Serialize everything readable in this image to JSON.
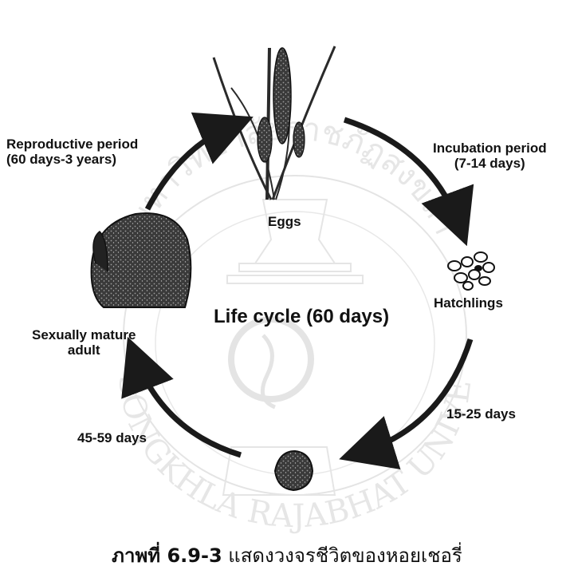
{
  "center_title": "Life cycle (60 days)",
  "stages": {
    "eggs": "Eggs",
    "hatchlings": "Hatchlings",
    "adult_line1": "Sexually mature",
    "adult_line2": "adult"
  },
  "periods": {
    "reproductive_line1": "Reproductive period",
    "reproductive_line2": "(60 days-3 years)",
    "incubation_line1": "Incubation period",
    "incubation_line2": "(7-14 days)",
    "hatch_to_juvenile": "15-25 days",
    "juvenile_to_adult": "45-59 days"
  },
  "caption": {
    "prefix": "ภาพที่ 6.9-3",
    "text": " แสดงวงจรชีวิตของหอยเชอรี่"
  },
  "watermark": {
    "arc_top": "มหาวิทยาลัยราชภัฏสงขลา",
    "arc_bottom": "SONGKHLA RAJABHAT UNIVERSITY"
  },
  "colors": {
    "ink": "#1a1a1a",
    "watermark": "#c9c9c9"
  }
}
